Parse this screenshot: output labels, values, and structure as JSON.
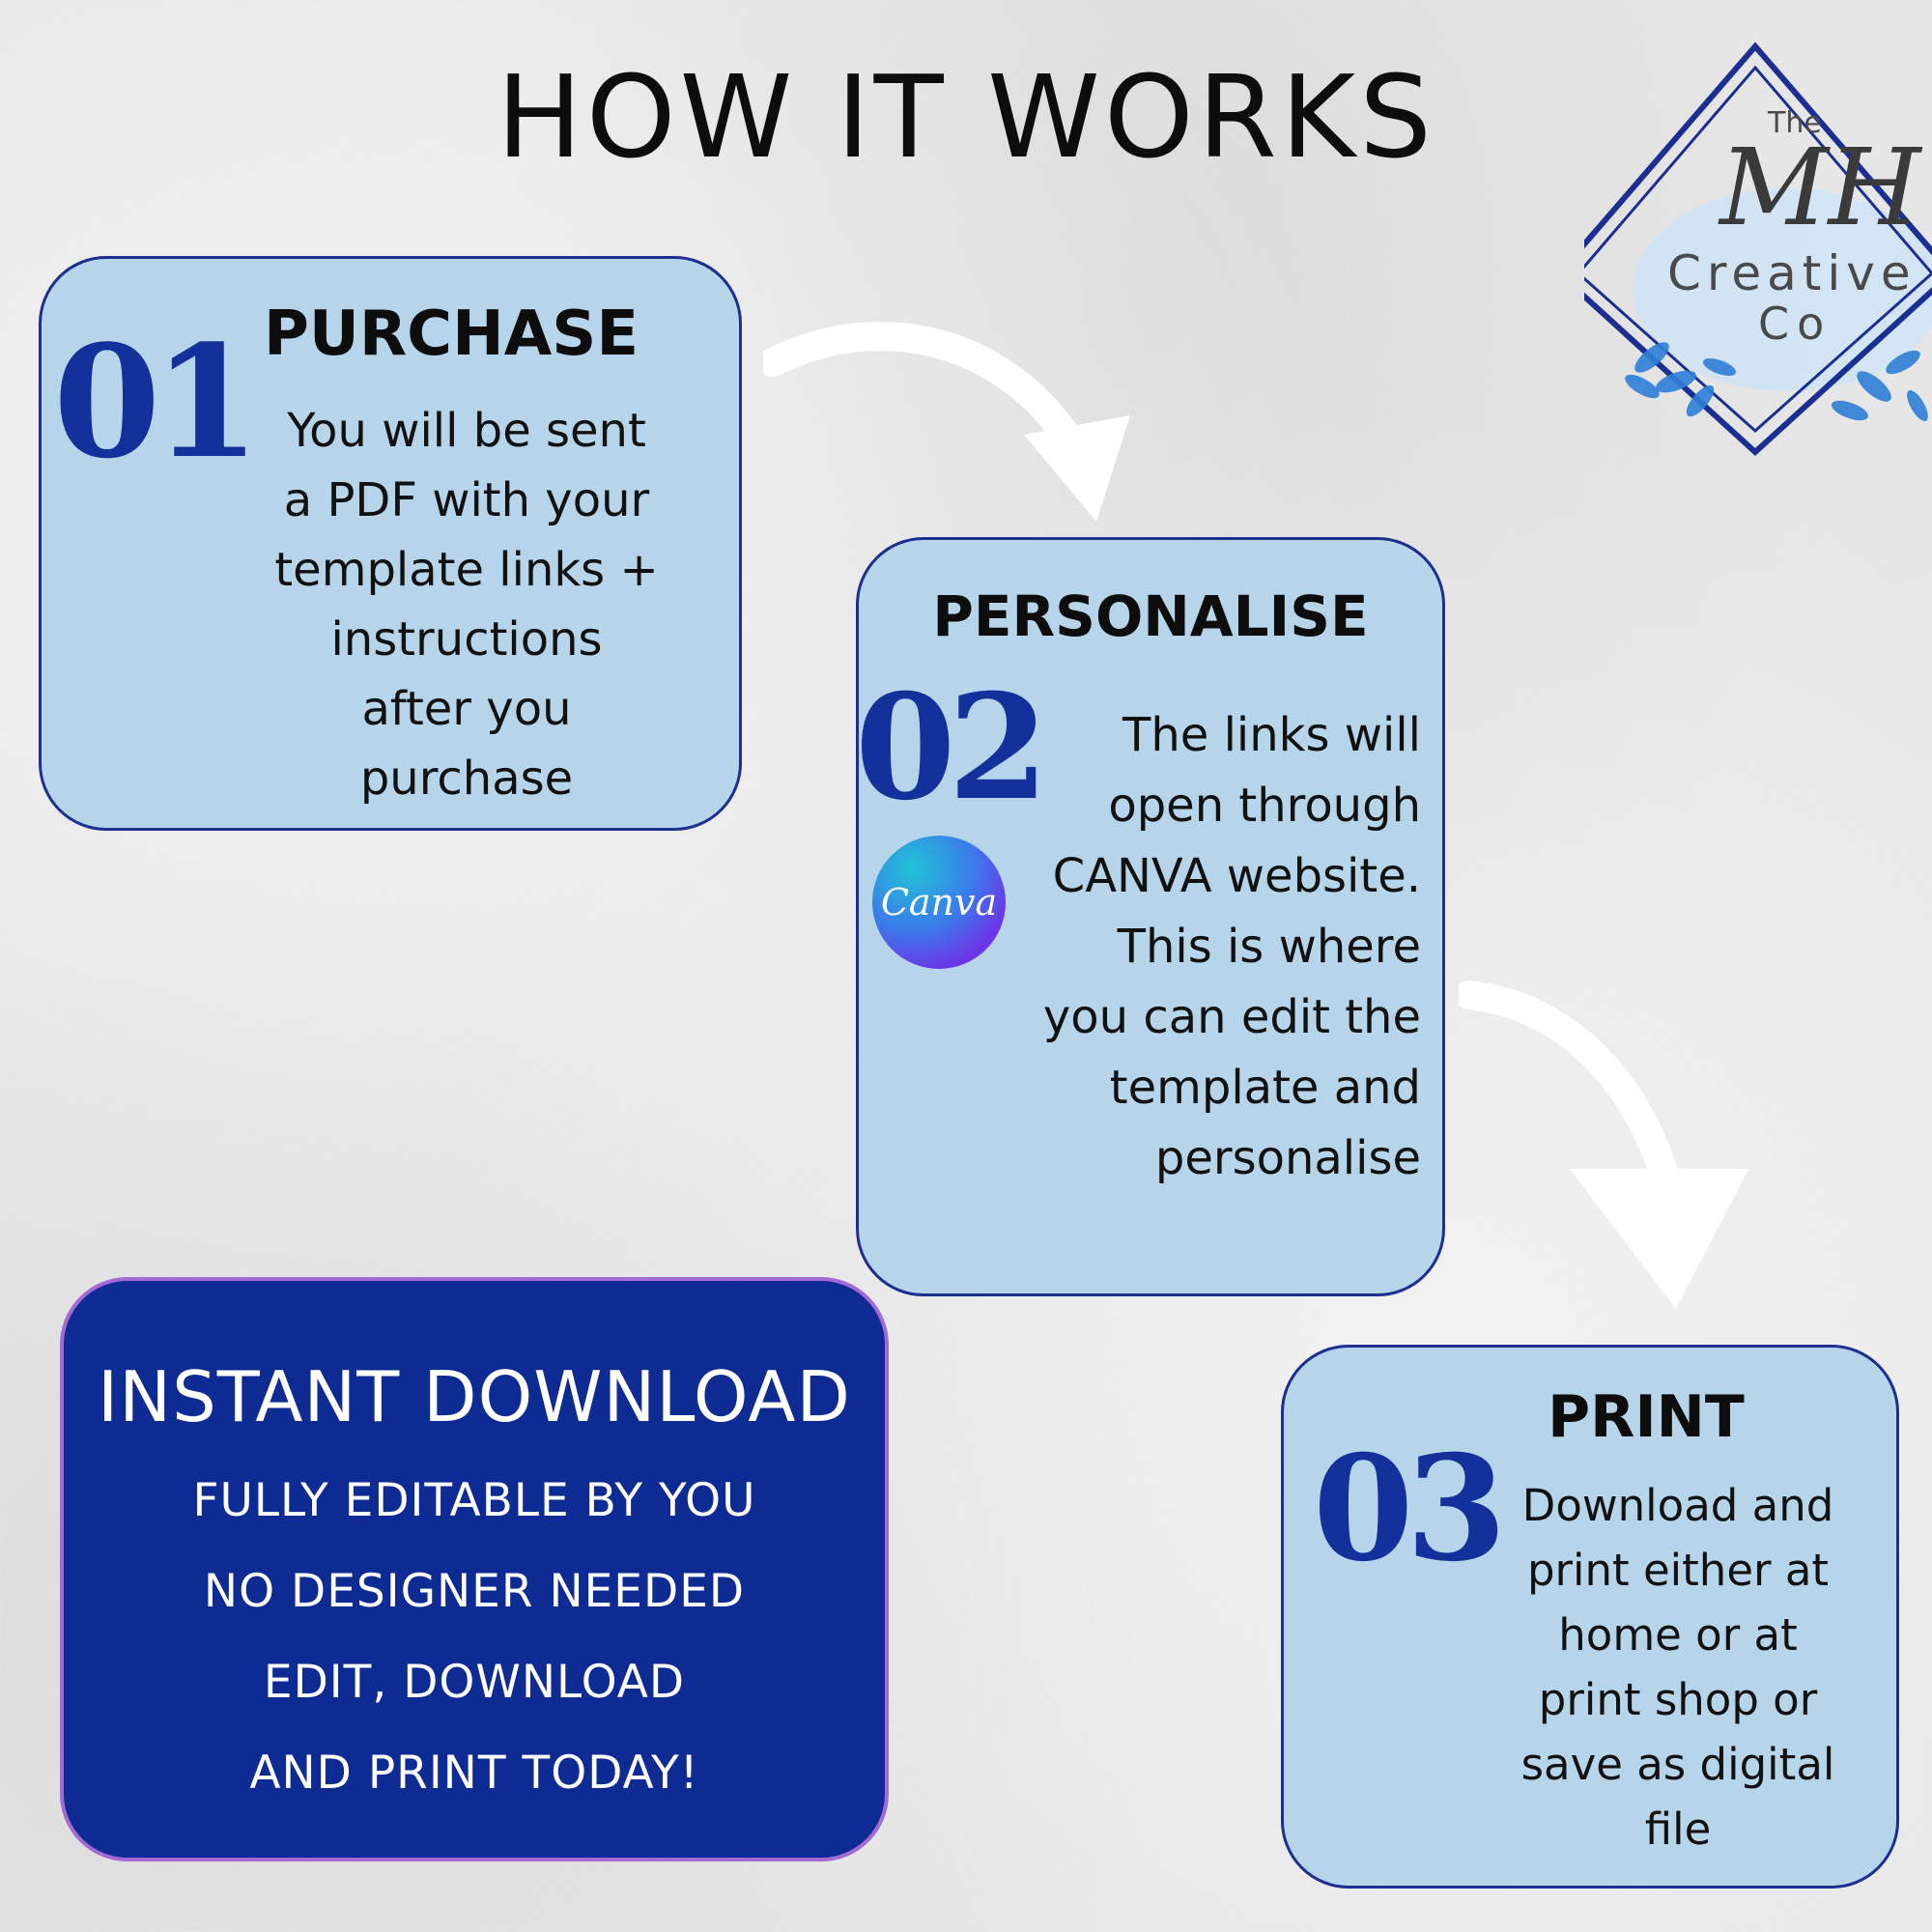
{
  "title": "HOW IT WORKS",
  "brand": {
    "the": "The",
    "monogram": "MH",
    "line1": "Creative",
    "line2": "Co"
  },
  "steps": [
    {
      "number": "01",
      "heading": "PURCHASE",
      "body": "You will be sent\na PDF with your\ntemplate links +\ninstructions\nafter you\npurchase"
    },
    {
      "number": "02",
      "heading": "PERSONALISE",
      "body": "The links will\nopen through\nCANVA website.\nThis is where\nyou can edit the\ntemplate and\npersonalise",
      "logo": "Canva"
    },
    {
      "number": "03",
      "heading": "PRINT",
      "body": "Download and\nprint either at\nhome or at\nprint shop or\nsave as digital\nfile"
    }
  ],
  "download_box": {
    "title": "INSTANT DOWNLOAD",
    "lines": [
      "FULLY EDITABLE BY YOU",
      "NO DESIGNER NEEDED",
      "EDIT, DOWNLOAD",
      "AND PRINT TODAY!"
    ]
  },
  "colors": {
    "card_bg": "#b7d5ea",
    "card_border": "#1d2f8f",
    "number": "#14309a",
    "download_bg": "#0e2a93",
    "download_border": "#a36ad6"
  }
}
